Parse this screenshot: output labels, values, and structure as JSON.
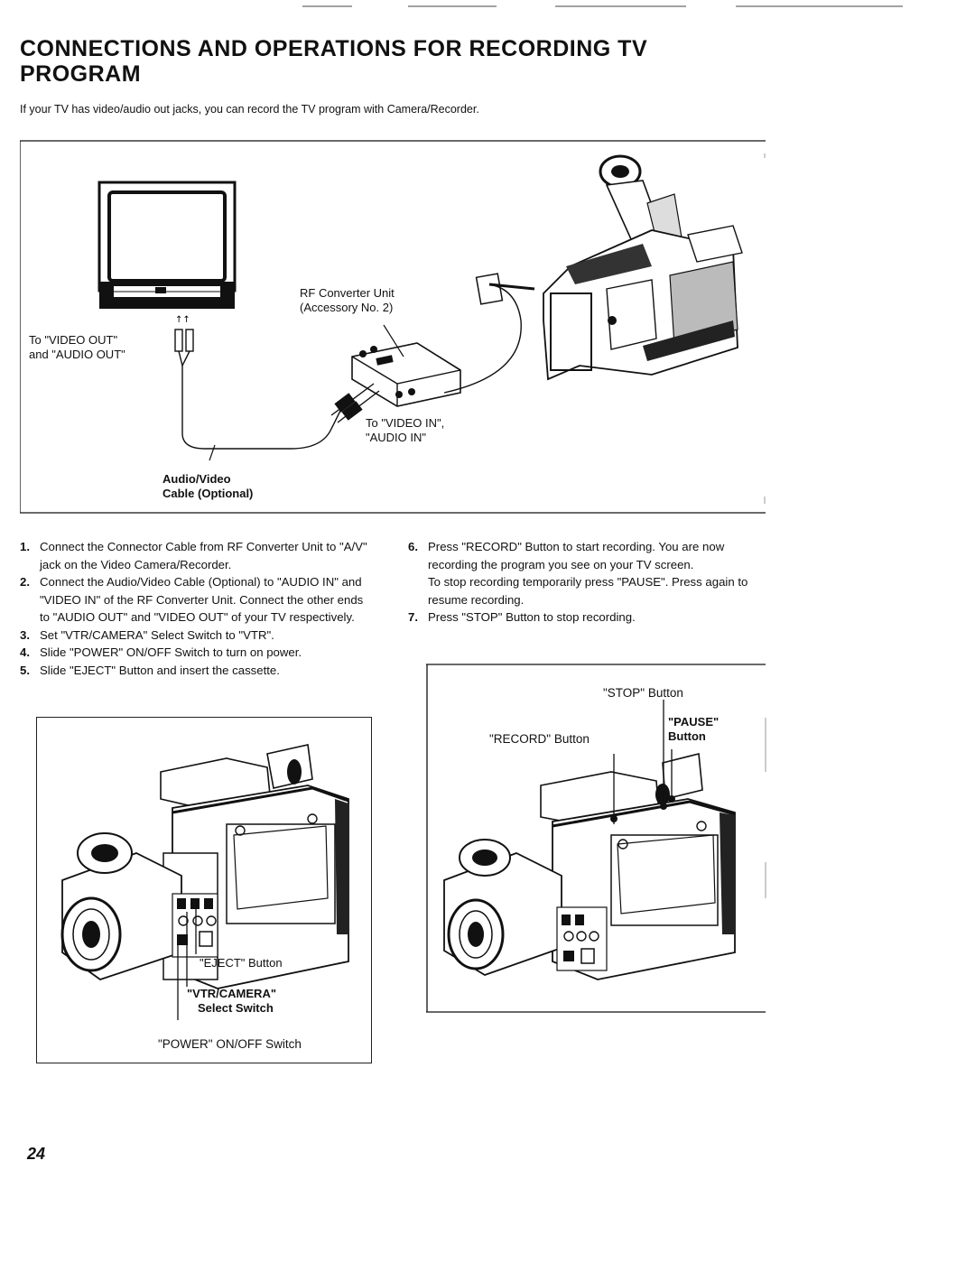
{
  "page": {
    "title": "CONNECTIONS AND OPERATIONS FOR RECORDING TV PROGRAM",
    "intro": "If your TV has video/audio out jacks, you can record the TV program with Camera/Recorder.",
    "page_number": "24"
  },
  "diagram": {
    "rf_converter_line1": "RF Converter Unit",
    "rf_converter_line2": "(Accessory No. 2)",
    "to_video_out_line1": "To \"VIDEO OUT\"",
    "to_video_out_line2": "and \"AUDIO OUT\"",
    "to_video_in_line1": "To \"VIDEO IN\",",
    "to_video_in_line2": "\"AUDIO IN\"",
    "cable_line1": "Audio/Video",
    "cable_line2": "Cable (Optional)"
  },
  "steps_left": [
    {
      "num": "1.",
      "text": "Connect the Connector Cable from RF Converter Unit to \"A/V\" jack on the Video Camera/Recorder."
    },
    {
      "num": "2.",
      "text": "Connect the Audio/Video Cable (Optional) to \"AUDIO IN\" and \"VIDEO IN\" of the RF Converter Unit. Connect the other ends to \"AUDIO OUT\" and \"VIDEO OUT\" of your TV respectively."
    },
    {
      "num": "3.",
      "text": "Set \"VTR/CAMERA\" Select Switch to \"VTR\"."
    },
    {
      "num": "4.",
      "text": "Slide \"POWER\" ON/OFF Switch to turn on power."
    },
    {
      "num": "5.",
      "text": "Slide \"EJECT\" Button and insert the cassette."
    }
  ],
  "steps_right": [
    {
      "num": "6.",
      "text": "Press \"RECORD\" Button to start recording. You are now recording the program you see on your TV screen."
    },
    {
      "num": "",
      "text": "To stop recording temporarily press \"PAUSE\". Press again to resume recording."
    },
    {
      "num": "7.",
      "text": "Press \"STOP\" Button to stop recording."
    }
  ],
  "fig_left": {
    "eject": "\"EJECT\" Button",
    "vtr_line1": "\"VTR/CAMERA\"",
    "vtr_line2": "Select Switch",
    "power": "\"POWER\" ON/OFF Switch"
  },
  "fig_right": {
    "stop": "\"STOP\" Button",
    "pause_line1": "\"PAUSE\"",
    "pause_line2": "Button",
    "record": "\"RECORD\" Button"
  }
}
